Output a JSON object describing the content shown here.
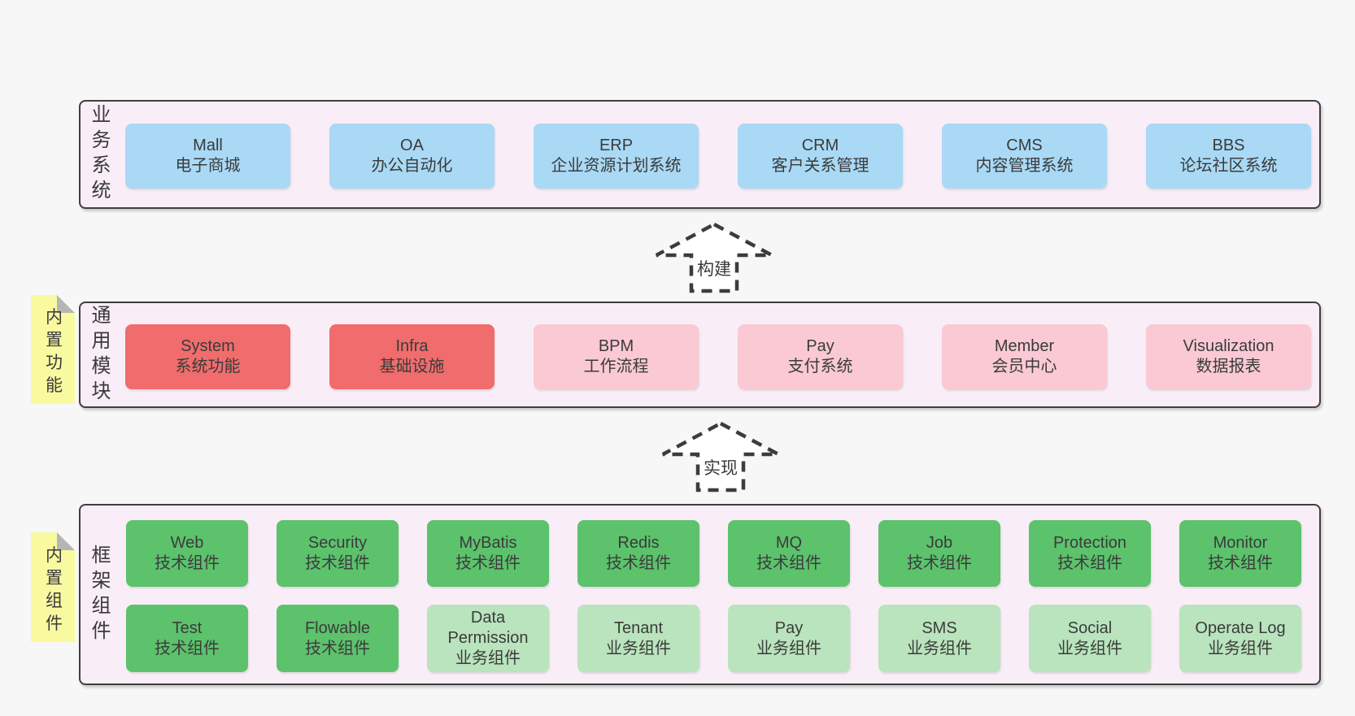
{
  "colors": {
    "page_bg": "#f7f7f7",
    "panel_bg": "#f9eef7",
    "panel_border": "#3f3f3f",
    "box_blue": "#a9d9f5",
    "box_red": "#f16c6c",
    "box_pink": "#fac9d3",
    "box_green": "#5cc26c",
    "box_green_light": "#b9e4bd",
    "sticky_yellow": "#f9f9a0",
    "sticky_fold_gray": "#b5b5b5",
    "text": "#3a3a3a"
  },
  "arrows": [
    {
      "label": "构建"
    },
    {
      "label": "实现"
    }
  ],
  "layers": [
    {
      "label": "业务系统",
      "boxes": [
        {
          "title": "Mall",
          "subtitle": "电子商城"
        },
        {
          "title": "OA",
          "subtitle": "办公自动化"
        },
        {
          "title": "ERP",
          "subtitle": "企业资源计划系统"
        },
        {
          "title": "CRM",
          "subtitle": "客户关系管理"
        },
        {
          "title": "CMS",
          "subtitle": "内容管理系统"
        },
        {
          "title": "BBS",
          "subtitle": "论坛社区系统"
        }
      ]
    },
    {
      "label": "通用模块",
      "sticky": "内置功能",
      "boxes": [
        {
          "title": "System",
          "subtitle": "系统功能"
        },
        {
          "title": "Infra",
          "subtitle": "基础设施"
        },
        {
          "title": "BPM",
          "subtitle": "工作流程"
        },
        {
          "title": "Pay",
          "subtitle": "支付系统"
        },
        {
          "title": "Member",
          "subtitle": "会员中心"
        },
        {
          "title": "Visualization",
          "subtitle": "数据报表"
        }
      ]
    },
    {
      "label": "框架组件",
      "sticky": "内置组件",
      "rows": [
        [
          {
            "title": "Web",
            "subtitle": "技术组件"
          },
          {
            "title": "Security",
            "subtitle": "技术组件"
          },
          {
            "title": "MyBatis",
            "subtitle": "技术组件"
          },
          {
            "title": "Redis",
            "subtitle": "技术组件"
          },
          {
            "title": "MQ",
            "subtitle": "技术组件"
          },
          {
            "title": "Job",
            "subtitle": "技术组件"
          },
          {
            "title": "Protection",
            "subtitle": "技术组件"
          },
          {
            "title": "Monitor",
            "subtitle": "技术组件"
          }
        ],
        [
          {
            "title": "Test",
            "subtitle": "技术组件"
          },
          {
            "title": "Flowable",
            "subtitle": "技术组件"
          },
          {
            "title": "Data Permission",
            "subtitle": "业务组件"
          },
          {
            "title": "Tenant",
            "subtitle": "业务组件"
          },
          {
            "title": "Pay",
            "subtitle": "业务组件"
          },
          {
            "title": "SMS",
            "subtitle": "业务组件"
          },
          {
            "title": "Social",
            "subtitle": "业务组件"
          },
          {
            "title": "Operate Log",
            "subtitle": "业务组件"
          }
        ]
      ]
    }
  ]
}
